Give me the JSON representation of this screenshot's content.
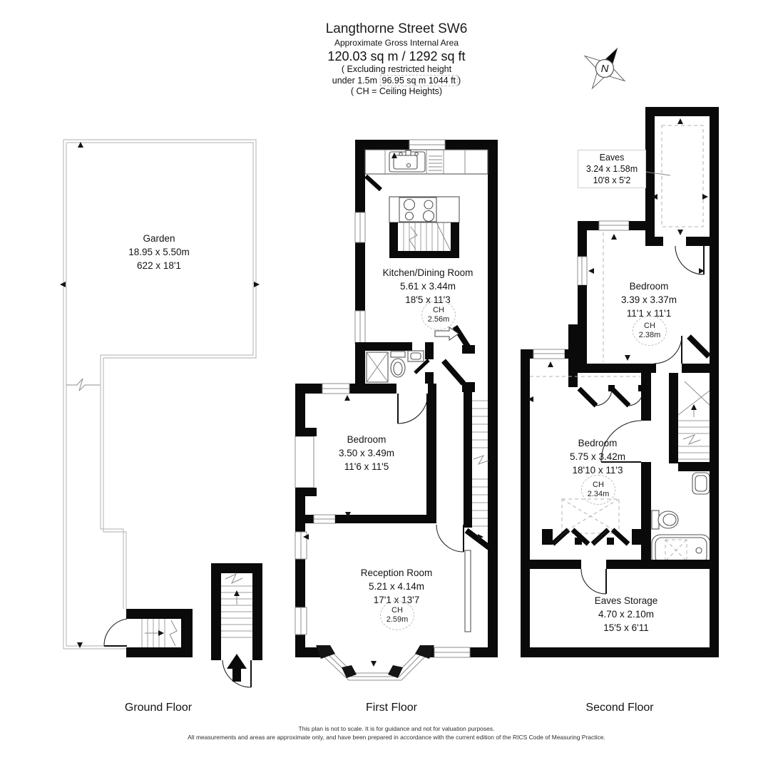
{
  "header": {
    "title": "Langthorne Street SW6",
    "subtitle": "Approximate Gross Internal Area",
    "area": "120.03 sq m / 1292 sq ft",
    "note1": "( Excluding restricted height",
    "note2_prefix": "under 1.5m ",
    "note2_boxed": "96.95 sq m 1044 ft",
    "note2_suffix": ")",
    "note3": "( CH = Ceiling Heights)"
  },
  "compass": {
    "label": "N"
  },
  "ch_prefix": "CH",
  "floors": {
    "ground": {
      "label": "Ground Floor",
      "rooms": [
        {
          "name": "Garden",
          "metric": "18.95 x 5.50m",
          "imperial": "622 x 18'1"
        }
      ]
    },
    "first": {
      "label": "First Floor",
      "rooms": [
        {
          "name": "Kitchen/Dining Room",
          "metric": "5.61 x 3.44m",
          "imperial": "18'5 x 11'3",
          "ch": "2.56m"
        },
        {
          "name": "Bedroom",
          "metric": "3.50 x 3.49m",
          "imperial": "11'6 x 11'5"
        },
        {
          "name": "Reception Room",
          "metric": "5.21 x 4.14m",
          "imperial": "17'1 x 13'7",
          "ch": "2.59m"
        }
      ]
    },
    "second": {
      "label": "Second Floor",
      "rooms": [
        {
          "name": "Eaves",
          "metric": "3.24 x 1.58m",
          "imperial": "10'8 x 5'2"
        },
        {
          "name": "Bedroom",
          "metric": "3.39 x 3.37m",
          "imperial": "11'1 x 11'1",
          "ch": "2.38m"
        },
        {
          "name": "Bedroom",
          "metric": "5.75 x 3.42m",
          "imperial": "18'10 x 11'3",
          "ch": "2.34m"
        },
        {
          "name": "Eaves Storage",
          "metric": "4.70 x 2.10m",
          "imperial": "15'5 x 6'11"
        }
      ]
    }
  },
  "footer": {
    "line1": "This plan is not to scale. It is for guidance and not for valuation purposes.",
    "line2": "All measurements and areas are approximate only, and have been prepared in accordance with the current edition of the RICS Code of Measuring Practice."
  }
}
